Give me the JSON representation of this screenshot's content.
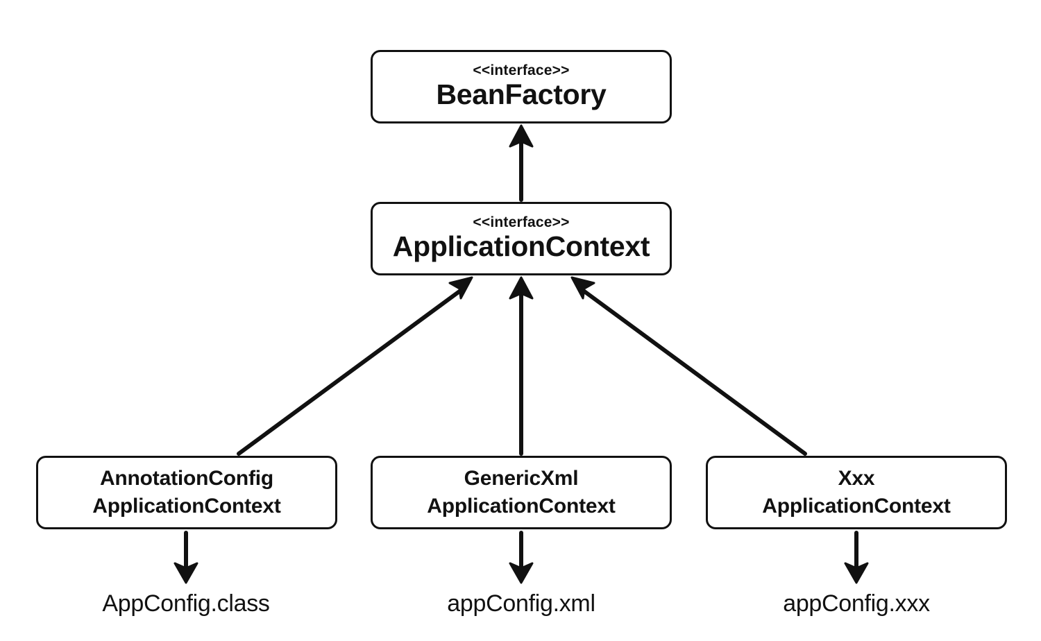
{
  "interfaces": {
    "bean_factory": {
      "stereotype": "<<interface>>",
      "name": "BeanFactory"
    },
    "application_context": {
      "stereotype": "<<interface>>",
      "name": "ApplicationContext"
    }
  },
  "implementations": [
    {
      "line1": "AnnotationConfig",
      "line2": "ApplicationContext",
      "config": "AppConfig.class"
    },
    {
      "line1": "GenericXml",
      "line2": "ApplicationContext",
      "config": "appConfig.xml"
    },
    {
      "line1": "Xxx",
      "line2": "ApplicationContext",
      "config": "appConfig.xxx"
    }
  ],
  "colors": {
    "stroke": "#111111",
    "background": "#ffffff"
  }
}
